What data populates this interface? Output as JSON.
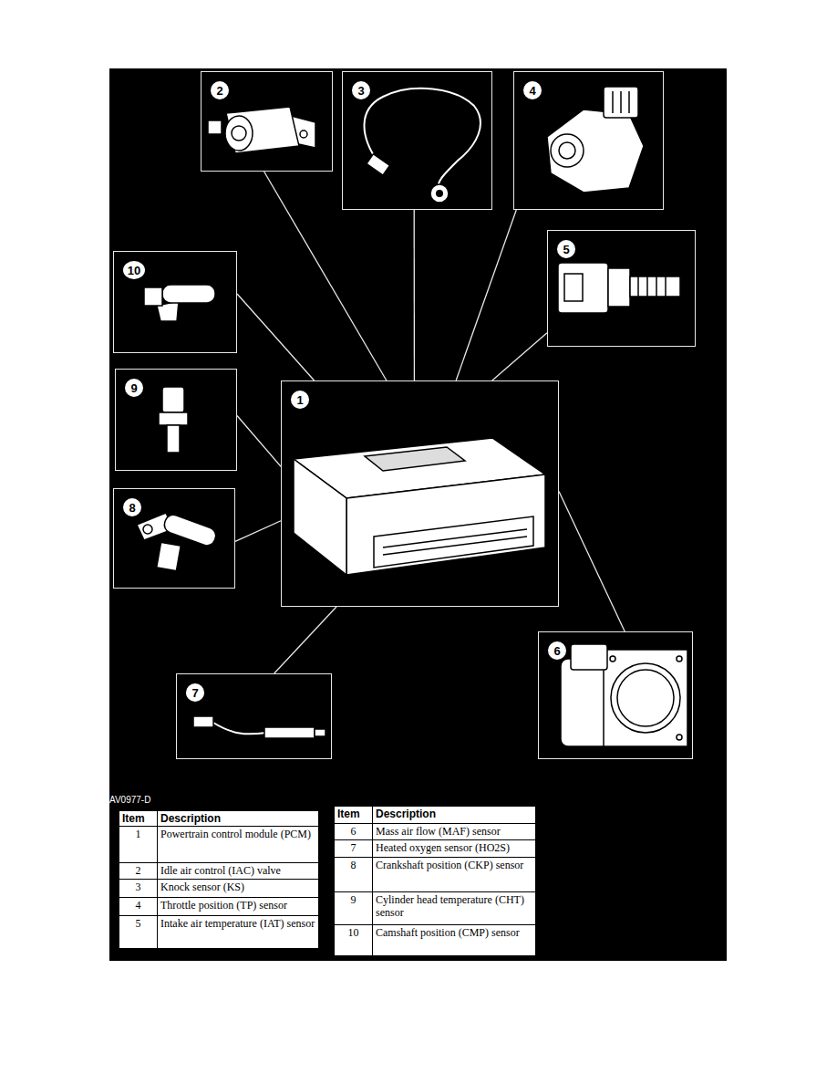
{
  "diagram": {
    "nodes": [
      {
        "text": [
          "2"
        ]
      },
      {
        "text": [
          "3"
        ]
      },
      {
        "text": [
          "4"
        ]
      },
      {
        "text": [
          "10"
        ]
      },
      {
        "text": [
          "5"
        ]
      },
      {
        "text": [
          "9"
        ]
      },
      {
        "text": [
          "1"
        ]
      },
      {
        "text": [
          "8"
        ]
      },
      {
        "text": [
          "6"
        ]
      },
      {
        "text": [
          "7"
        ]
      }
    ],
    "edges": [
      {
        "from": 0,
        "to": 6,
        "arrow": "none"
      },
      {
        "from": 1,
        "to": 6,
        "arrow": "none"
      },
      {
        "from": 2,
        "to": 6,
        "arrow": "none"
      },
      {
        "from": 3,
        "to": 6,
        "arrow": "none"
      },
      {
        "from": 4,
        "to": 6,
        "arrow": "none"
      },
      {
        "from": 5,
        "to": 6,
        "arrow": "none"
      },
      {
        "from": 7,
        "to": 6,
        "arrow": "none"
      },
      {
        "from": 8,
        "to": 6,
        "arrow": "none"
      },
      {
        "from": 9,
        "to": 6,
        "arrow": "none"
      }
    ],
    "labels": [
      "AV0977-D",
      "Item",
      "Description",
      "1",
      "Powertrain control module (PCM)",
      "2",
      "Idle air control (IAC) valve",
      "3",
      "Knock sensor (KS)",
      "4",
      "Throttle position (TP) sensor",
      "5",
      "Intake air temperature (IAT) sensor",
      "Item",
      "Description",
      "6",
      "Mass air flow (MAF) sensor",
      "7",
      "Heated oxygen sensor (HO2S)",
      "8",
      "Crankshaft position (CKP) sensor",
      "9",
      "Cylinder head temperature (CHT) sensor",
      "10",
      "Camshaft position (CMP) sensor"
    ]
  }
}
